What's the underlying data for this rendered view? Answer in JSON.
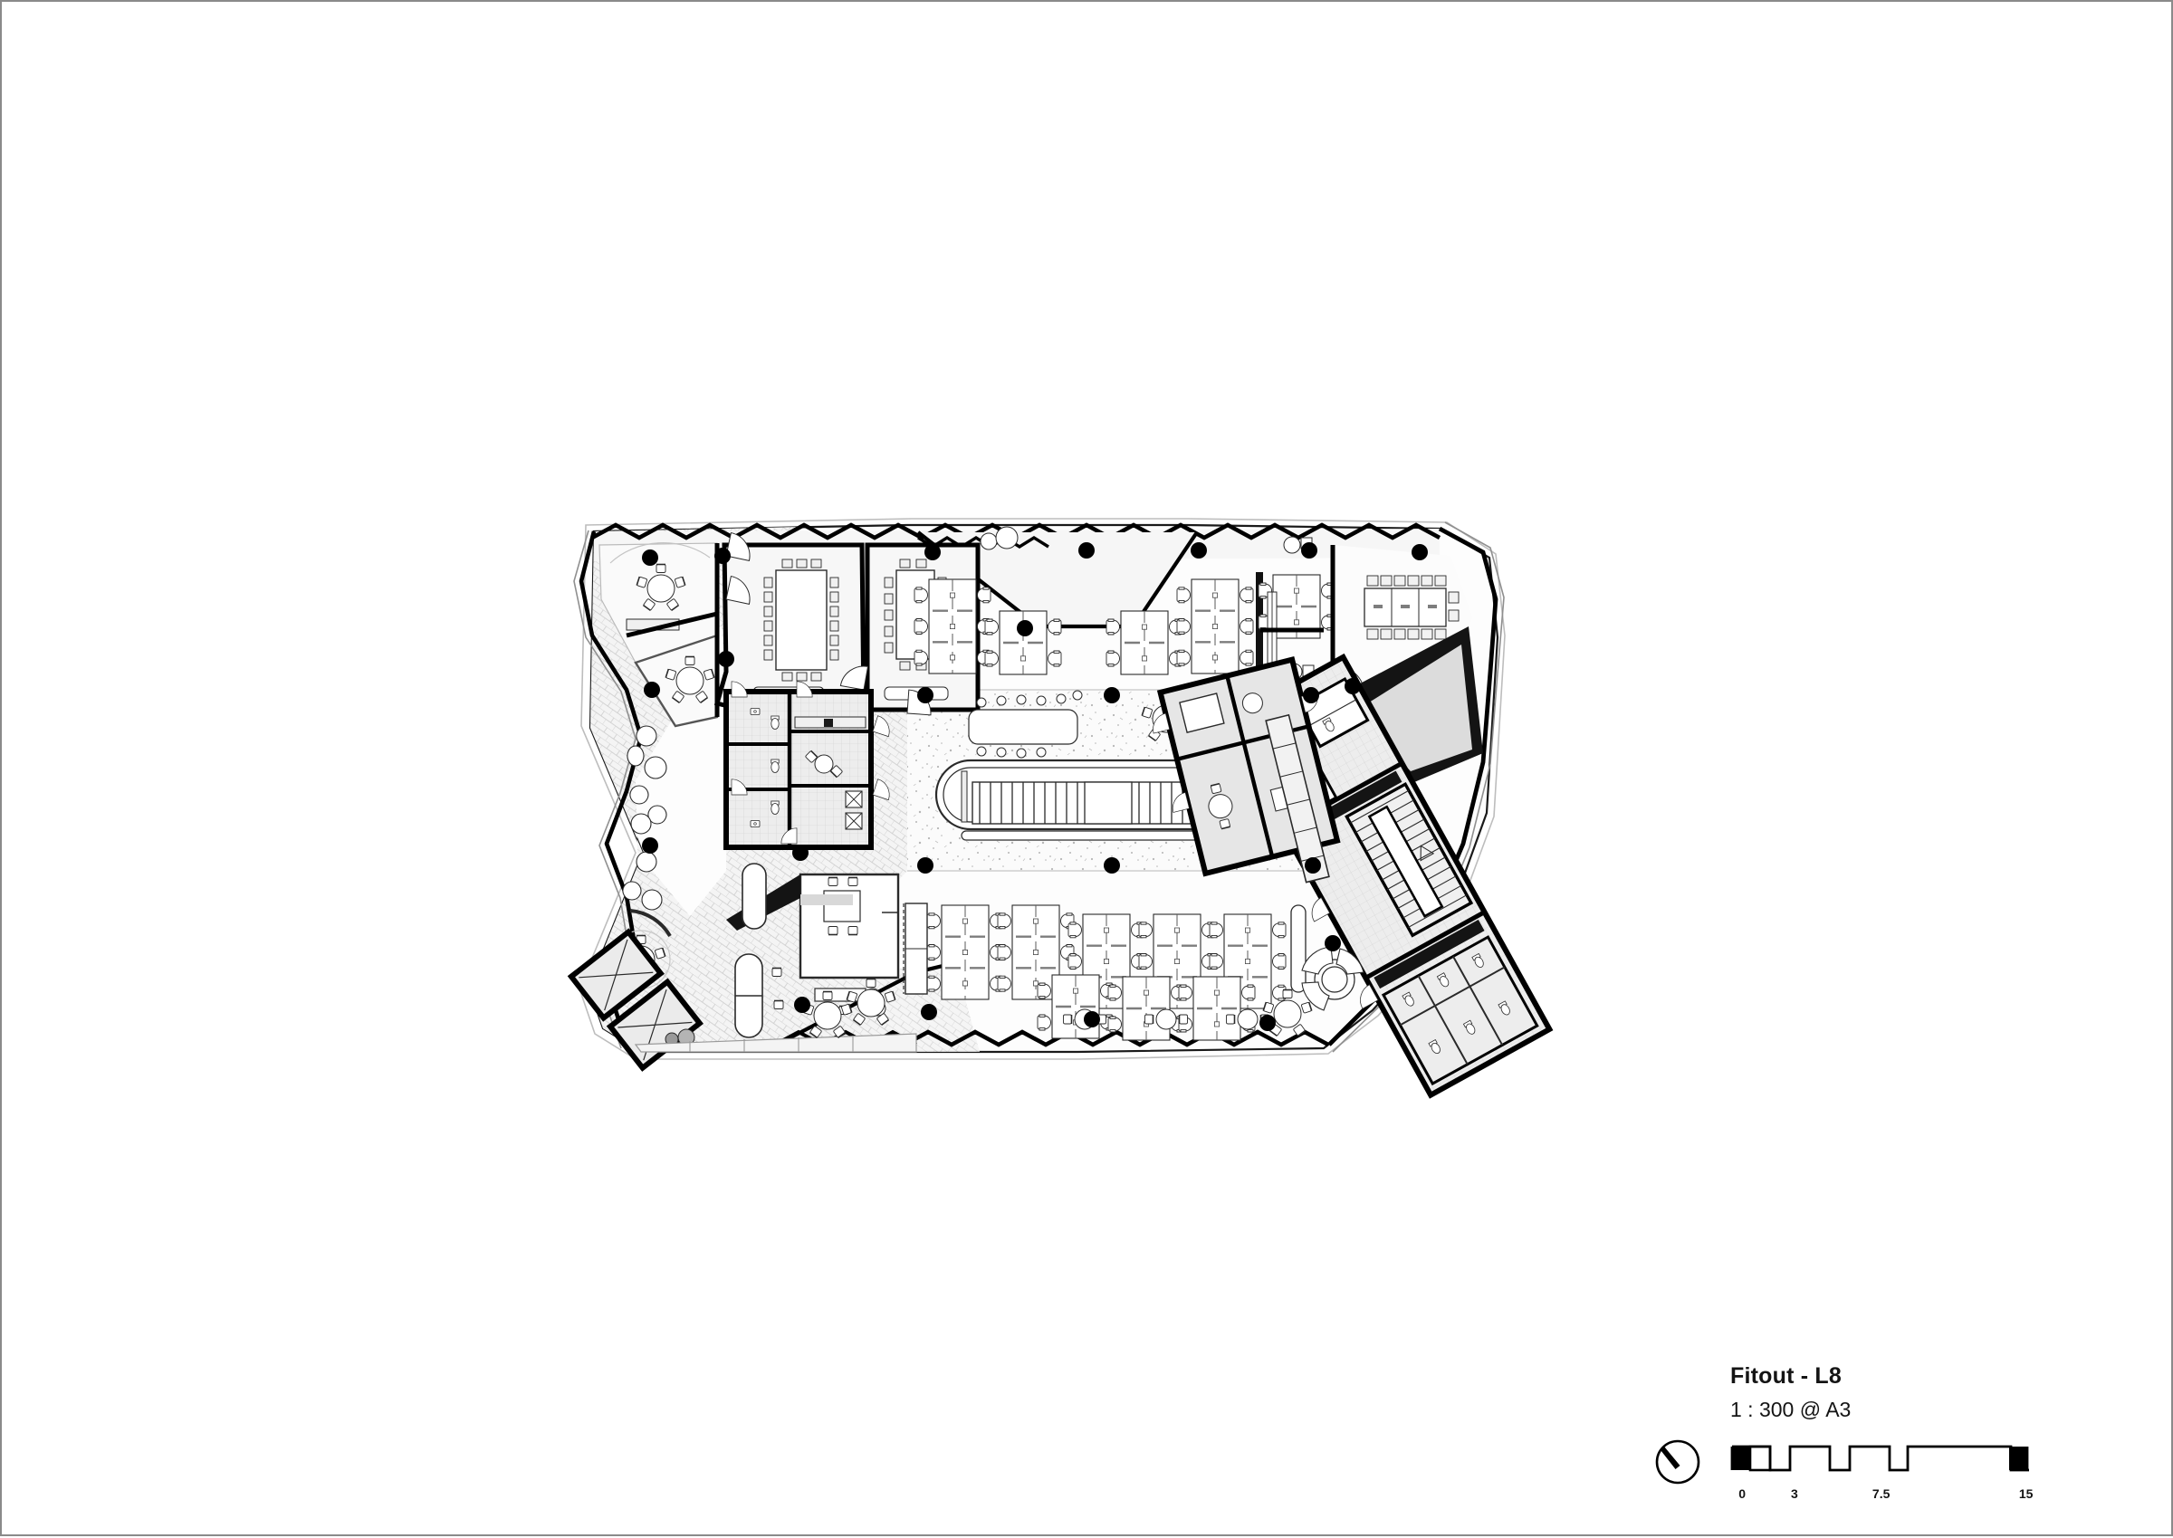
{
  "sheet": {
    "background_color": "#ffffff",
    "border_color": "#8a8a8a"
  },
  "titleblock": {
    "title": "Fitout - L8",
    "scale": "1 : 300 @ A3"
  },
  "scalebar": {
    "ticks": [
      "0",
      "3",
      "7.5",
      "15"
    ],
    "tick_positions_pct": [
      0,
      21.5,
      50.5,
      100
    ],
    "segments": 5,
    "fill_color": "#000000"
  },
  "compass": {
    "icon": "north-arrow-icon",
    "needle_bearing_deg": 315
  },
  "drawing": {
    "type": "architectural-floor-plan",
    "level": "L8",
    "discipline": "Interior Fitout",
    "line_color": "#000000",
    "wall_fill": "#000000",
    "floor_tone": "#f2f2f2",
    "hatch_tone": "#e9e9e9",
    "zones": [
      {
        "name": "perimeter-circulation",
        "pattern": "diagonal-brick-hatch"
      },
      {
        "name": "atrium-void",
        "pattern": "speckle"
      },
      {
        "name": "open-plan-north",
        "pattern": "plain"
      },
      {
        "name": "open-plan-south",
        "pattern": "plain"
      }
    ],
    "elements": [
      {
        "name": "boardroom-table-north-east",
        "seats": 14
      },
      {
        "name": "meeting-room-large",
        "seats": 12
      },
      {
        "name": "meeting-room-medium",
        "seats": 10
      },
      {
        "name": "feature-stair",
        "type": "escalator-stair"
      },
      {
        "name": "service-core-east",
        "contains": [
          "lifts",
          "fire-stair",
          "wc"
        ]
      },
      {
        "name": "service-core-west",
        "contains": [
          "wc",
          "tea-point"
        ]
      },
      {
        "name": "plant-rooms-south-west",
        "count": 2
      },
      {
        "name": "desk-bank-north",
        "count": 6
      },
      {
        "name": "desk-bank-south",
        "count": 6
      },
      {
        "name": "cafe-tables-south",
        "count": 3
      },
      {
        "name": "breakout-lounge-south-east",
        "count": 1
      }
    ],
    "facade": {
      "type": "sawtooth-zigzag-curtain-wall",
      "edges": [
        "north",
        "south"
      ],
      "curved_edges": [
        "west",
        "east"
      ]
    },
    "columns": {
      "symbol": "filled-circle",
      "count": 22
    }
  }
}
